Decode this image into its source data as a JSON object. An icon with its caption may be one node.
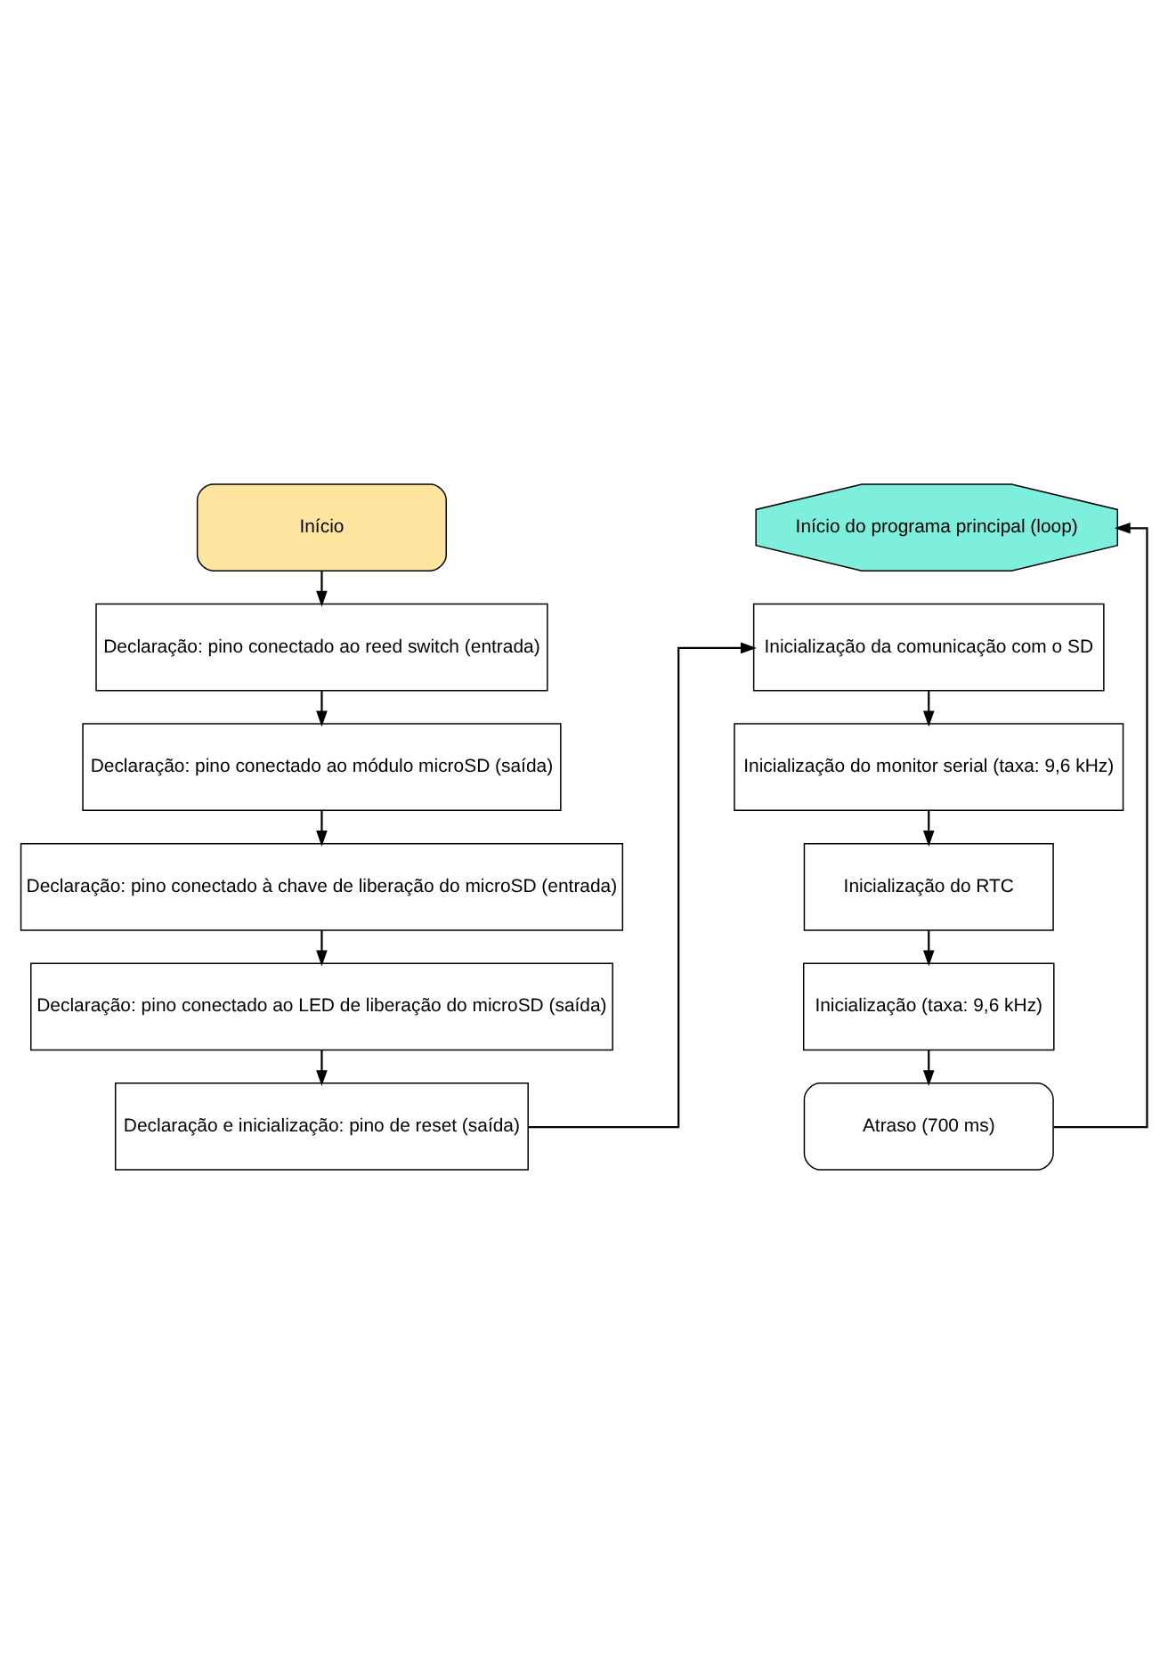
{
  "diagram": {
    "nodes": [
      {
        "text": [
          "Início"
        ]
      },
      {
        "text": [
          "Declaração: pino conectado ao reed switch (entrada)"
        ]
      },
      {
        "text": [
          "Declaração: pino conectado ao módulo microSD (saída)"
        ]
      },
      {
        "text": [
          "Declaração: pino conectado à chave de liberação do microSD (entrada)"
        ]
      },
      {
        "text": [
          "Declaração: pino conectado ao LED de liberação do microSD (saída)"
        ]
      },
      {
        "text": [
          "Declaração e inicialização: pino de reset (saída)"
        ]
      },
      {
        "text": [
          "Inicialização da comunicação com o SD"
        ]
      },
      {
        "text": [
          "Inicialização do monitor serial (taxa: 9,6 kHz)"
        ]
      },
      {
        "text": [
          "Inicialização do RTC"
        ]
      },
      {
        "text": [
          "Inicialização (taxa: 9,6 kHz)"
        ]
      },
      {
        "text": [
          "Atraso (700 ms)"
        ]
      },
      {
        "text": [
          "Início do programa principal (loop)"
        ]
      }
    ],
    "edges": [
      {
        "from": 0,
        "to": 1,
        "arrow": "to"
      },
      {
        "from": 1,
        "to": 2,
        "arrow": "to"
      },
      {
        "from": 2,
        "to": 3,
        "arrow": "to"
      },
      {
        "from": 3,
        "to": 4,
        "arrow": "to"
      },
      {
        "from": 4,
        "to": 5,
        "arrow": "to"
      },
      {
        "from": 5,
        "to": 6,
        "arrow": "to"
      },
      {
        "from": 6,
        "to": 7,
        "arrow": "to"
      },
      {
        "from": 7,
        "to": 8,
        "arrow": "to"
      },
      {
        "from": 8,
        "to": 9,
        "arrow": "to"
      },
      {
        "from": 9,
        "to": 10,
        "arrow": "to"
      },
      {
        "from": 10,
        "to": 11,
        "arrow": "to"
      }
    ]
  }
}
